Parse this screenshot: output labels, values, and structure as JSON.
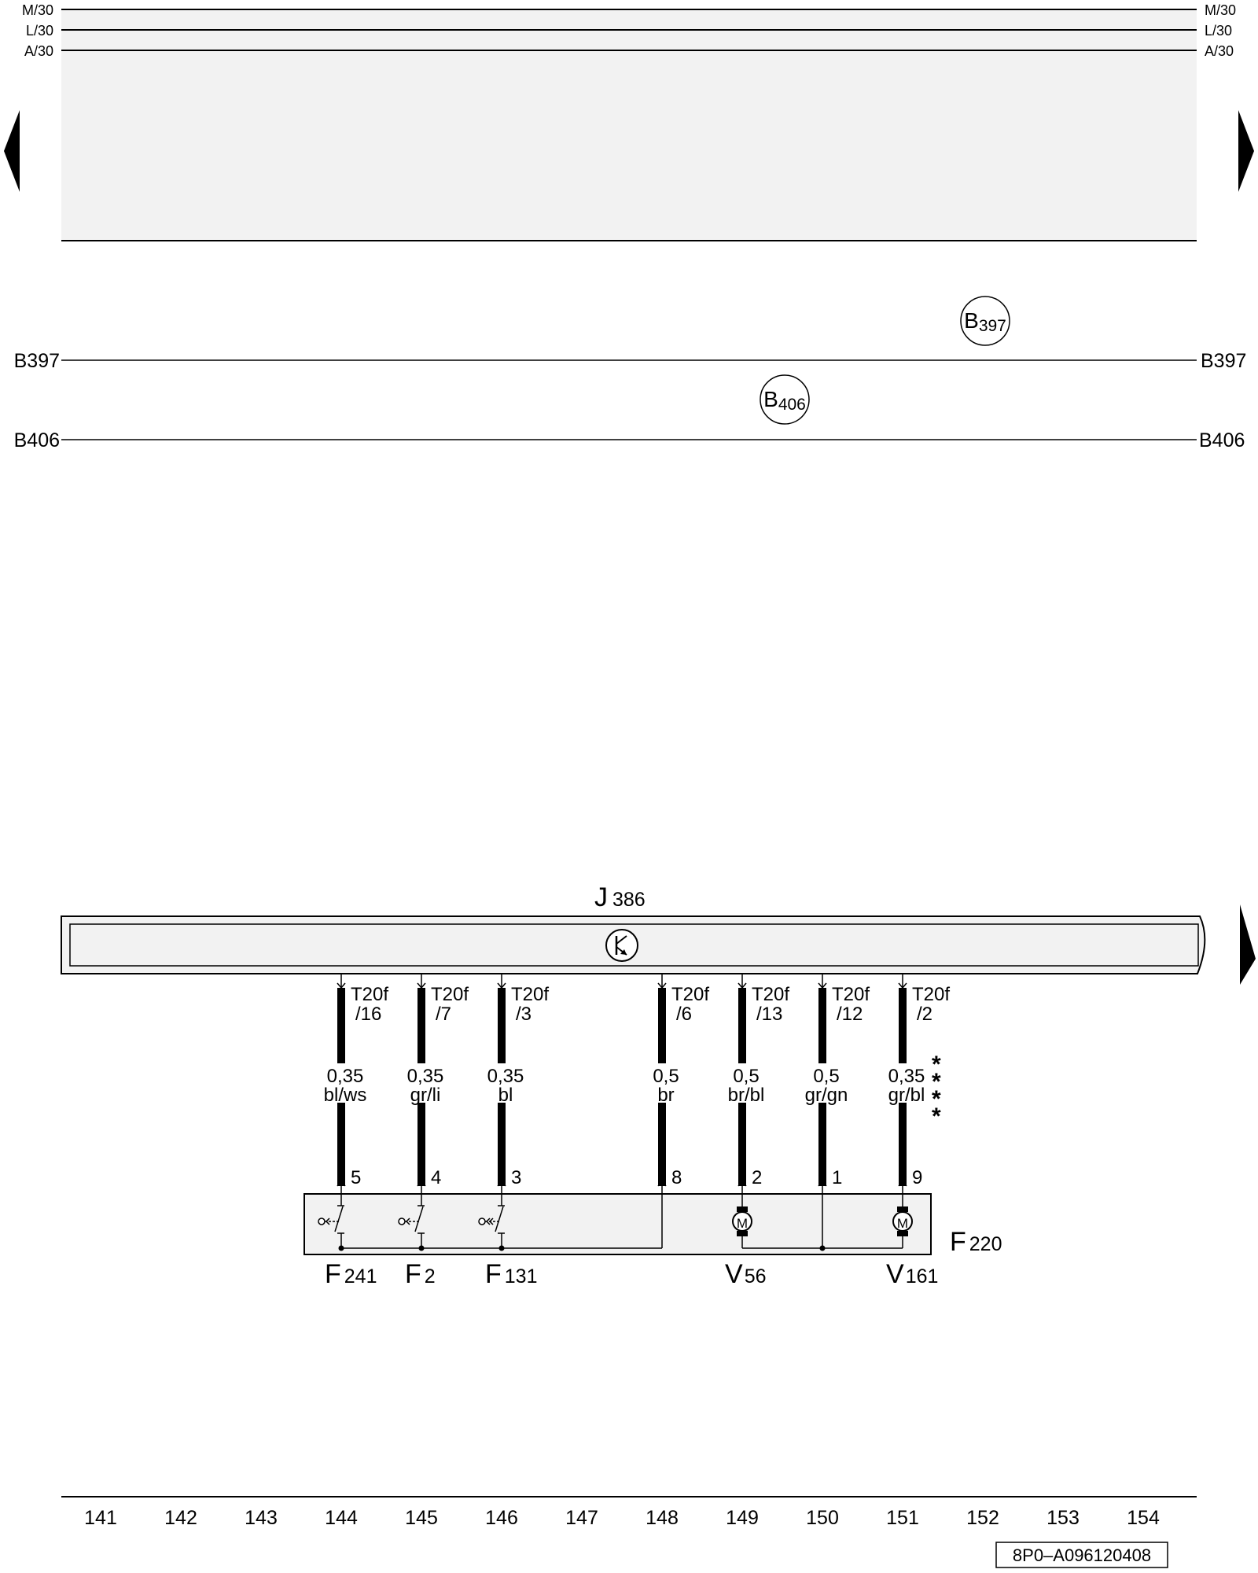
{
  "rails": [
    "M/30",
    "L/30",
    "A/30"
  ],
  "buses": [
    "B397",
    "B406"
  ],
  "bus_markers": [
    {
      "main": "B",
      "sub": "397"
    },
    {
      "main": "B",
      "sub": "406"
    }
  ],
  "control_unit": {
    "main": "J",
    "sub": "386"
  },
  "connectors": [
    {
      "conn": "T20f",
      "pin": "/16",
      "size": "0,35",
      "color": "bl/ws",
      "comp_pin": "5"
    },
    {
      "conn": "T20f",
      "pin": "/7",
      "size": "0,35",
      "color": "gr/li",
      "comp_pin": "4"
    },
    {
      "conn": "T20f",
      "pin": "/3",
      "size": "0,35",
      "color": "bl",
      "comp_pin": "3"
    },
    {
      "conn": "T20f",
      "pin": "/6",
      "size": "0,5",
      "color": "br",
      "comp_pin": "8"
    },
    {
      "conn": "T20f",
      "pin": "/13",
      "size": "0,5",
      "color": "br/bl",
      "comp_pin": "2"
    },
    {
      "conn": "T20f",
      "pin": "/12",
      "size": "0,5",
      "color": "gr/gn",
      "comp_pin": "1"
    },
    {
      "conn": "T20f",
      "pin": "/2",
      "size": "0,35",
      "color": "gr/bl",
      "comp_pin": "9"
    }
  ],
  "asterisks": [
    "*",
    "*",
    "*",
    "*"
  ],
  "motor_symbol": "M",
  "components": [
    {
      "main": "F",
      "sub": "241"
    },
    {
      "main": "F",
      "sub": "2"
    },
    {
      "main": "F",
      "sub": "131"
    },
    {
      "main": "V",
      "sub": "56"
    },
    {
      "main": "V",
      "sub": "161"
    }
  ],
  "door_unit": {
    "main": "F",
    "sub": "220"
  },
  "grid": [
    "141",
    "142",
    "143",
    "144",
    "145",
    "146",
    "147",
    "148",
    "149",
    "150",
    "151",
    "152",
    "153",
    "154"
  ],
  "ref": "8P0–A096120408",
  "nav_icons": [
    "arrow-left-icon",
    "arrow-right-icon",
    "arrow-right-icon"
  ],
  "colors": {
    "ink": "#000000",
    "panel": "#f2f2f2"
  }
}
